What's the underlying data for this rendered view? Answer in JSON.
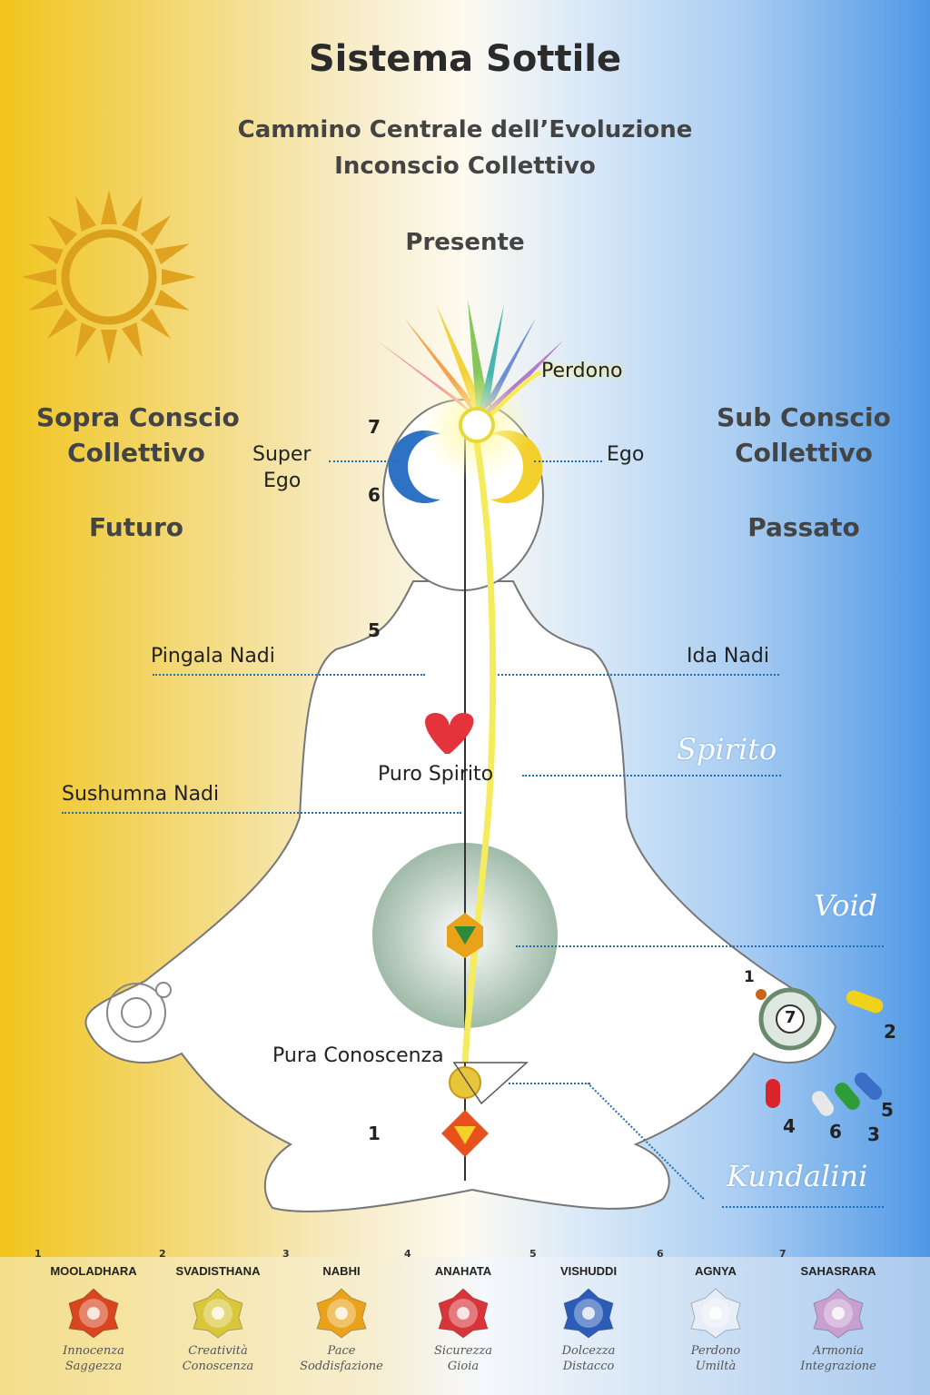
{
  "title": "Sistema Sottile",
  "subtitle1": "Cammino Centrale dell’Evoluzione",
  "subtitle2": "Inconscio Collettivo",
  "presente": "Presente",
  "left": {
    "line1": "Sopra Conscio",
    "line2": "Collettivo",
    "time": "Futuro"
  },
  "right": {
    "line1": "Sub Conscio",
    "line2": "Collettivo",
    "time": "Passato"
  },
  "labels": {
    "perdono": "Perdono",
    "super_ego_1": "Super",
    "super_ego_2": "Ego",
    "ego": "Ego",
    "pingala": "Pingala Nadi",
    "ida": "Ida Nadi",
    "sushumna": "Sushumna Nadi",
    "puro_spirito": "Puro Spirito",
    "pura_conoscenza": "Pura Conoscenza",
    "spirito": "Spirito",
    "void": "Void",
    "kundalini": "Kundalini"
  },
  "body_numbers": {
    "n7": "7",
    "n6": "6",
    "n5": "5",
    "n1": "1"
  },
  "hand_numbers": {
    "h1": "1",
    "h2": "2",
    "h3": "3",
    "h4": "4",
    "h5": "5",
    "h6": "6",
    "h7": "7"
  },
  "chakras": [
    {
      "num": "1",
      "name": "MOOLADHARA",
      "q1": "Innocenza",
      "q2": "Saggezza",
      "color": "#d8451e"
    },
    {
      "num": "2",
      "name": "SVADISTHANA",
      "q1": "Creatività",
      "q2": "Conoscenza",
      "color": "#d9c63a"
    },
    {
      "num": "3",
      "name": "NABHI",
      "q1": "Pace",
      "q2": "Soddisfazione",
      "color": "#e9a21a"
    },
    {
      "num": "4",
      "name": "ANAHATA",
      "q1": "Sicurezza",
      "q2": "Gioia",
      "color": "#d8343a"
    },
    {
      "num": "5",
      "name": "VISHUDDI",
      "q1": "Dolcezza",
      "q2": "Distacco",
      "color": "#2b5db8"
    },
    {
      "num": "6",
      "name": "AGNYA",
      "q1": "Perdono",
      "q2": "Umiltà",
      "color": "#e8eef8"
    },
    {
      "num": "7",
      "name": "SAHASRARA",
      "q1": "Armonia",
      "q2": "Integrazione",
      "color": "#c7a0d0"
    }
  ]
}
